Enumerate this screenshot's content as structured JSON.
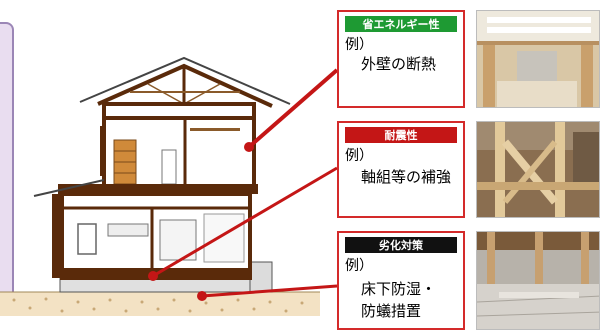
{
  "title": "",
  "cards": [
    {
      "tag": "省エネルギー性",
      "tag_color": "#1e9a33",
      "example": "例）",
      "lines": [
        "外壁の断熱"
      ]
    },
    {
      "tag": "耐震性",
      "tag_color": "#c41616",
      "example": "例）",
      "lines": [
        "軸組等の補強"
      ]
    },
    {
      "tag": "劣化対策",
      "tag_color": "#111111",
      "example": "例）",
      "lines": [
        "床下防湿・",
        "防蟻措置"
      ]
    }
  ],
  "colors": {
    "leader": "#c41616",
    "frame": "#5a2a0a",
    "panel": "#e9ddf0"
  },
  "icons": [
    "house-cross-section",
    "insulation-photo",
    "framing-photo",
    "underfloor-photo"
  ]
}
